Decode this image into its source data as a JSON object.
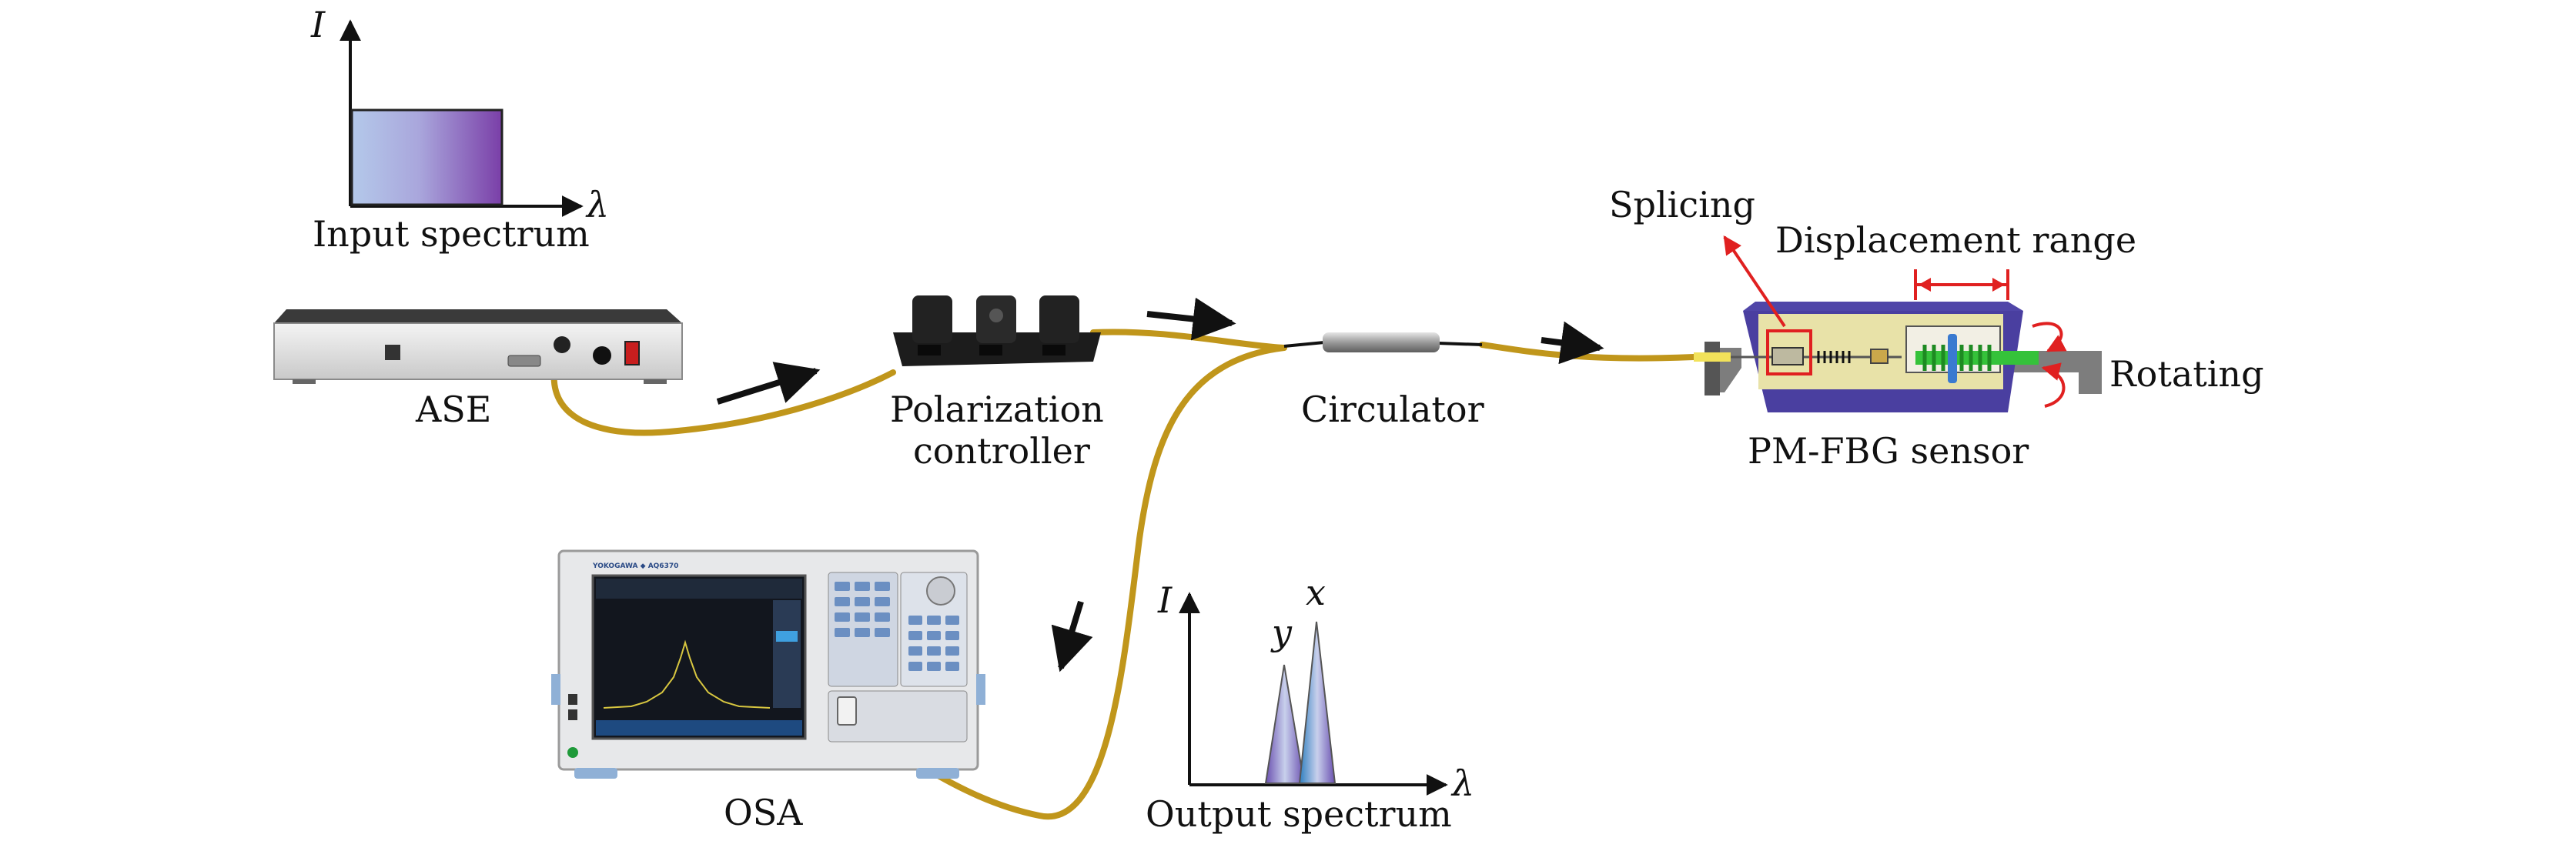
{
  "input_spectrum": {
    "title": "Input spectrum",
    "y_axis": "I",
    "x_axis": "λ",
    "gradient": [
      "#b4c9ea",
      "#7a3fa8"
    ]
  },
  "output_spectrum": {
    "title": "Output spectrum",
    "y_axis": "I",
    "x_axis": "λ",
    "peak_left": "y",
    "peak_right": "x",
    "peak_colors": [
      "#6a4fb0",
      "#c8d0ec",
      "#2f7fc0"
    ]
  },
  "devices": {
    "ase": "ASE",
    "polarization_controller": [
      "Polarization",
      "controller"
    ],
    "circulator": "Circulator",
    "sensor": "PM-FBG sensor",
    "osa": "OSA"
  },
  "annotations": {
    "splicing": "Splicing",
    "displacement_range": "Displacement range",
    "rotating": "Rotating"
  },
  "colors": {
    "fiber": "#c0961b",
    "annotation_red": "#e02020",
    "sensor_box": "#4a3fa0",
    "sensor_inner": "#e8e2a8",
    "spring_green": "#35c23a"
  }
}
